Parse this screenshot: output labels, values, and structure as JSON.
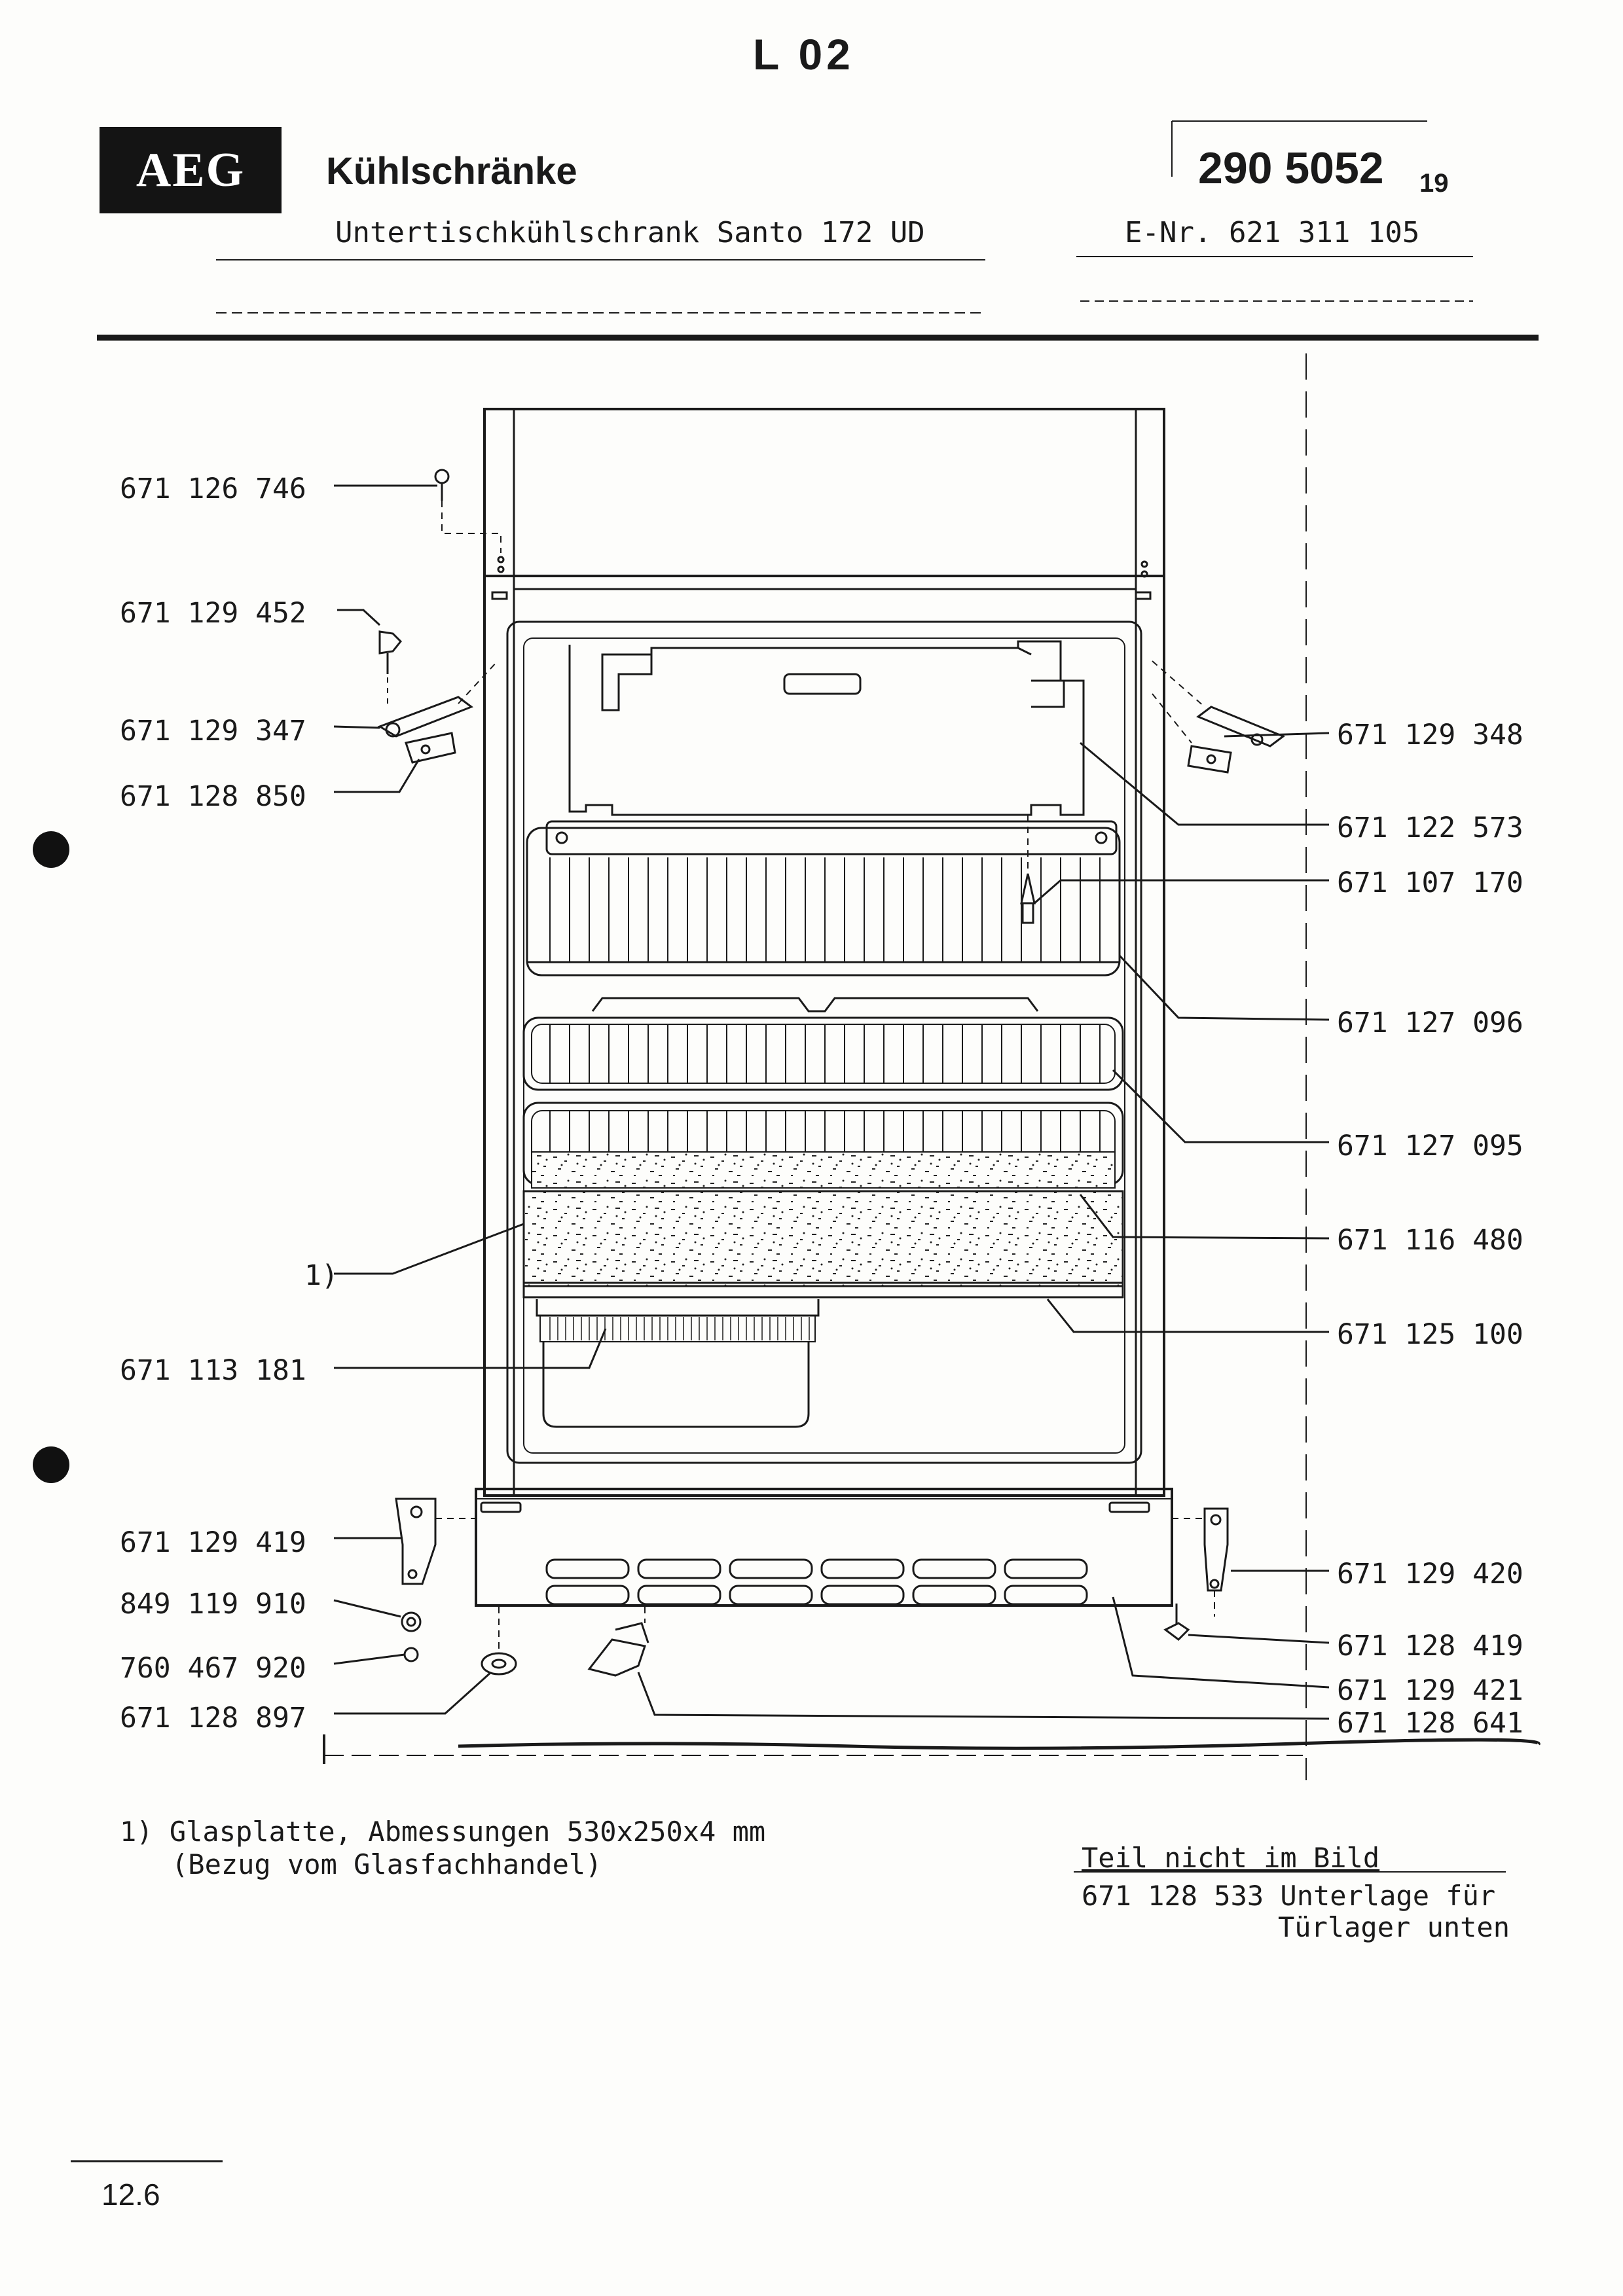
{
  "header": {
    "sheet_code": "L 02",
    "brand_logo": "AEG",
    "category": "Kühlschränke",
    "doc_number": "290 5052",
    "doc_suffix": "19",
    "subtitle": "Untertischkühlschrank  Santo  172  UD",
    "e_number": "E-Nr. 621 311 105"
  },
  "callouts_left": [
    "671 126 746",
    "671 129 452",
    "671 129 347",
    "671 128 850",
    "1)",
    "671 113 181",
    "671 129 419",
    "849 119 910",
    "760 467 920",
    "671 128 897"
  ],
  "callouts_right": [
    "671 129 348",
    "671 122 573",
    "671 107 170",
    "671 127 096",
    "671 127 095",
    "671 116 480",
    "671 125 100",
    "671 129 420",
    "671 128 419",
    "671 129 421",
    "671 128 641"
  ],
  "footnote": {
    "line1": "1) Glasplatte, Abmessungen 530x250x4 mm",
    "line2": "(Bezug vom Glasfachhandel)"
  },
  "not_shown": {
    "title": "Teil nicht im Bild",
    "line1": "671 128 533 Unterlage für",
    "line2": "Türlager unten"
  },
  "page_number": "12.6"
}
